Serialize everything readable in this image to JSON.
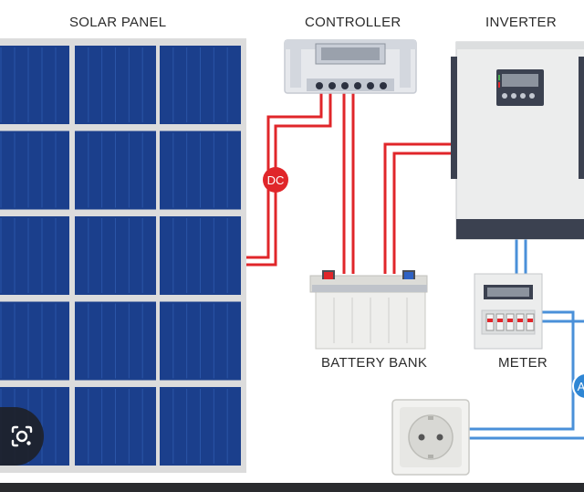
{
  "labels": {
    "solar_panel": "SOLAR PANEL",
    "controller": "CONTROLLER",
    "inverter": "INVERTER",
    "battery_bank": "BATTERY BANK",
    "meter": "METER"
  },
  "badges": {
    "dc": "DC",
    "ac": "A"
  },
  "icons": {
    "lens": "camera-search-icon"
  },
  "colors": {
    "panel_cell": "#1b3f8c",
    "panel_frame": "#dcdcdc",
    "dc_wire": "#e0262a",
    "ac_wire": "#4a90d9",
    "badge_dc": "#e0262a",
    "badge_ac": "#2f86d4"
  }
}
